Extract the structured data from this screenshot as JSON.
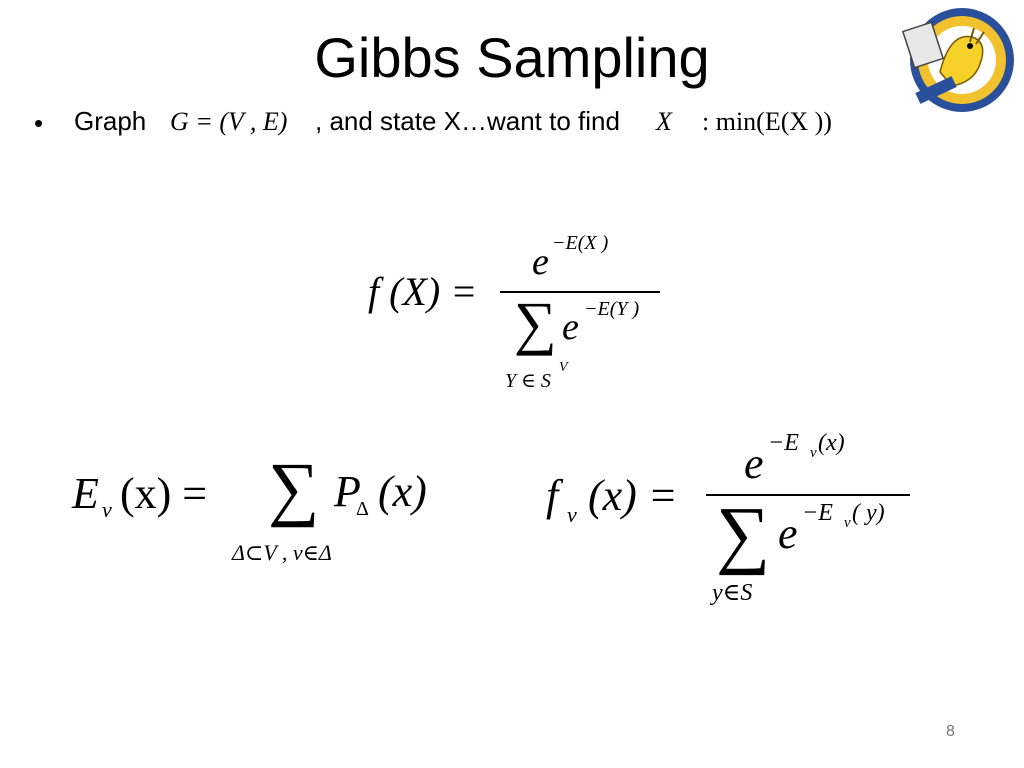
{
  "slide": {
    "title": "Gibbs Sampling",
    "page_number": "8"
  },
  "bullet": {
    "dot": "•",
    "lead": "Graph",
    "graph_expr": "G = (V , E)",
    "middle_text": ", and state X…want to find",
    "x_var": "X",
    "min_expr": ": min(E(X ))"
  },
  "formula1": {
    "lhs": "f (X) =",
    "num_base": "e",
    "num_sup": "−E(X )",
    "sigma": "∑",
    "den_base": "e",
    "den_sup": "−E(Y )",
    "sum_index": "Y ∈ S",
    "sum_index_sup": "V"
  },
  "formula2": {
    "lhs_E": "E",
    "lhs_sub": "v",
    "lhs_rest": "(x) =",
    "sigma": "∑",
    "P": "P",
    "P_sub": "Δ",
    "P_rest": "(x)",
    "sum_index": "Δ⊂V , v∈Δ"
  },
  "formula3": {
    "lhs_f": "f",
    "lhs_sub": "v",
    "lhs_rest": "(x) =",
    "num_base": "e",
    "num_sup_a": "−E",
    "num_sup_sub": "v",
    "num_sup_b": " (x)",
    "sigma": "∑",
    "den_base": "e",
    "den_sup_a": "−E",
    "den_sup_sub": "v",
    "den_sup_b": " ( y)",
    "sum_index": "y∈S"
  }
}
